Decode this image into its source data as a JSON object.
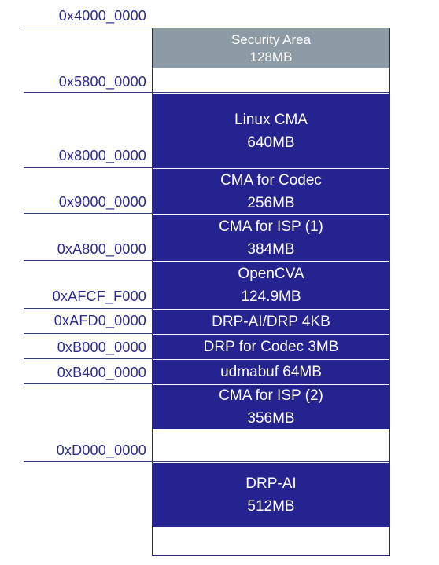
{
  "addresses": [
    "0x4000_0000",
    "0x5800_0000",
    "0x8000_0000",
    "0x9000_0000",
    "0xA800_0000",
    "0xAFCF_F000",
    "0xAFD0_0000",
    "0xB000_0000",
    "0xB400_0000",
    "0xD000_0000"
  ],
  "regions": [
    {
      "name": "Security Area",
      "size": "128MB",
      "fill": "gray"
    },
    {
      "name": "Linux CMA",
      "size": "640MB",
      "fill": "navy"
    },
    {
      "name": "CMA for Codec",
      "size": "256MB",
      "fill": "navy"
    },
    {
      "name": "CMA for ISP (1)",
      "size": "384MB",
      "fill": "navy"
    },
    {
      "name": "OpenCVA",
      "size": "124.9MB",
      "fill": "navy"
    },
    {
      "name": "DRP-AI/DRP 4KB",
      "fill": "navy"
    },
    {
      "name": "DRP for Codec 3MB",
      "fill": "navy"
    },
    {
      "name": "udmabuf 64MB",
      "fill": "navy"
    },
    {
      "name": "CMA for ISP (2)",
      "size": "356MB",
      "fill": "navy"
    },
    {
      "name": "DRP-AI",
      "size": "512MB",
      "fill": "navy"
    }
  ],
  "colors": {
    "region_fill": "#24238f",
    "security_fill": "#8c9ba6",
    "address_text": "#2c2c8c",
    "lines": "#3a3a7a"
  }
}
